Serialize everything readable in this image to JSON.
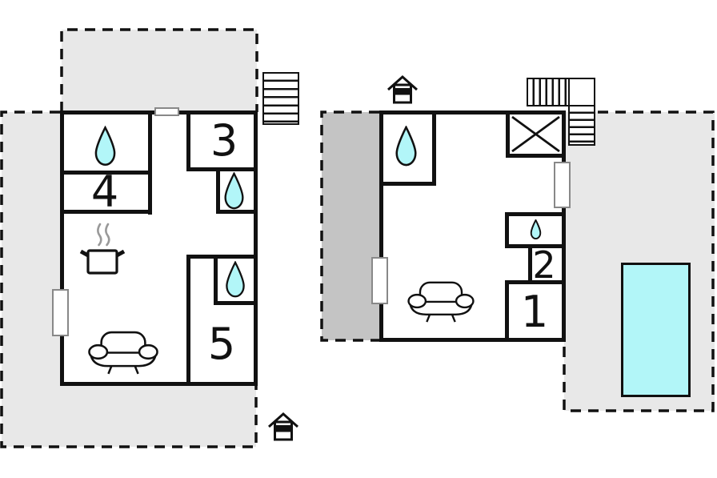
{
  "palette": {
    "wall": "#111111",
    "terrace_light": "#e8e8e8",
    "terrace_dark": "#c4c4c4",
    "water_cyan": "#b2f6f8",
    "steam_gray": "#999999",
    "frame_gray": "#888888"
  },
  "left_plan": {
    "name": "left floor plan",
    "room_labels": {
      "r3": "3",
      "r4": "4",
      "r5": "5"
    }
  },
  "right_plan": {
    "name": "right floor plan",
    "room_labels": {
      "r1": "1",
      "r2": "2"
    }
  },
  "icons": {
    "water_drop": "water-drop-icon",
    "stairs": "stairs-icon",
    "sofa": "sofa-icon",
    "stove": "stove-pot-icon",
    "north_house": "house-orientation-icon",
    "shower": "shower-box-icon",
    "pool": "swimming-pool"
  }
}
